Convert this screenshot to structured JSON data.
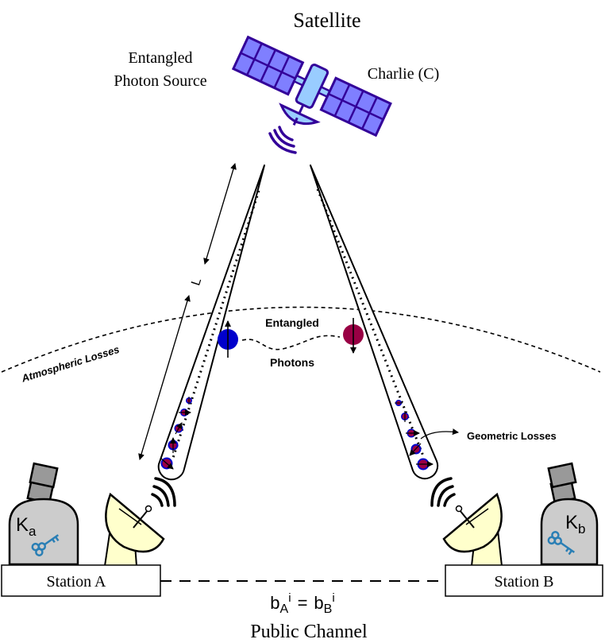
{
  "satellite": {
    "title": "Satellite",
    "source_label_line1": "Entangled",
    "source_label_line2": "Photon Source",
    "charlie_label": "Charlie (C)"
  },
  "link": {
    "distance_label": "L",
    "atmosphere_label": "Atmospheric Losses",
    "entangled_label_top": "Entangled",
    "entangled_label_bottom": "Photons",
    "geometric_label": "Geometric Losses"
  },
  "station_a": {
    "label": "Station A",
    "key_main": "K",
    "key_sub": "a"
  },
  "station_b": {
    "label": "Station B",
    "key_main": "K",
    "key_sub": "b"
  },
  "channel": {
    "lhs_main": "b",
    "lhs_sub": "A",
    "lhs_sup": "i",
    "equals": "=",
    "rhs_main": "b",
    "rhs_sub": "B",
    "rhs_sup": "i",
    "label": "Public Channel"
  },
  "colors": {
    "solar_panel": "#7f7fff",
    "panel_outline": "#330099",
    "body": "#99ccff",
    "photon_blue": "#0000cc",
    "photon_red": "#990044",
    "dish": "#ffffcc",
    "detector": "#cccccc",
    "key": "#2a7fb5"
  },
  "icons": [
    "satellite-icon",
    "antenna-dish-icon",
    "detector-icon",
    "key-icon",
    "photon-icon",
    "signal-waves-icon"
  ]
}
